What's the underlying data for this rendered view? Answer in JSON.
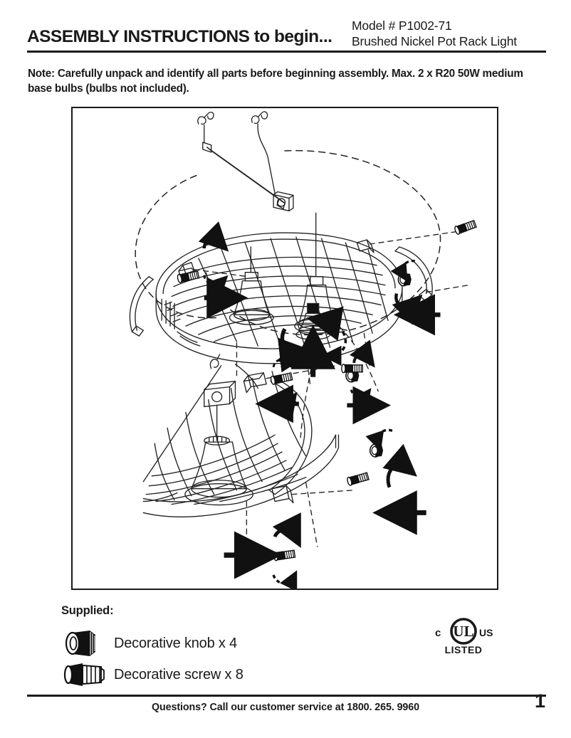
{
  "document": {
    "header": {
      "title": "ASSEMBLY INSTRUCTIONS to begin...",
      "model_number": "Model # P1002-71",
      "product_name": "Brushed Nickel Pot Rack Light"
    },
    "note": "Note: Carefully unpack and identify all parts before beginning assembly. Max. 2 x R20 50W medium base bulbs (bulbs not included).",
    "illustration": {
      "alt": "Exploded assembly diagram of an oval pot rack light showing the grid rack, two hanging light sockets, curved hanger arms, decorative knobs and decorative screws with rotation and insertion arrows",
      "upper_view_label": "",
      "lower_view_label": ""
    },
    "supplied": {
      "heading": "Supplied:",
      "parts": [
        {
          "icon": "decorative-knob-icon",
          "label": "Decorative knob x 4"
        },
        {
          "icon": "decorative-screw-icon",
          "label": "Decorative screw x 8"
        }
      ]
    },
    "certification": {
      "left_mark": "c",
      "logo": "UL",
      "right_mark": "US",
      "listed": "LISTED"
    },
    "footer": {
      "text": "Questions? Call our customer service at 1800. 265. 9960",
      "page_number": "1"
    },
    "colors": {
      "ink": "#1a1a1a",
      "paper": "#ffffff",
      "line": "#222222"
    }
  }
}
